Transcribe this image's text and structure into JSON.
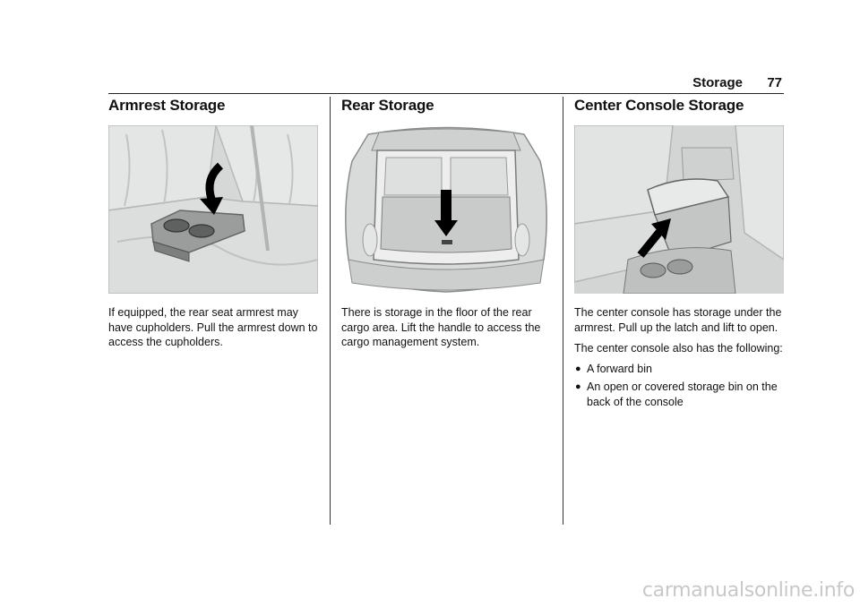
{
  "header": {
    "section": "Storage",
    "page_number": "77"
  },
  "columns": [
    {
      "heading": "Armrest Storage",
      "paragraphs": [
        "If equipped, the rear seat armrest may have cupholders. Pull the armrest down to access the cupholders."
      ]
    },
    {
      "heading": "Rear Storage",
      "paragraphs": [
        "There is storage in the floor of the rear cargo area. Lift the handle to access the cargo management system."
      ]
    },
    {
      "heading": "Center Console Storage",
      "paragraphs": [
        "The center console has storage under the armrest. Pull up the latch and lift to open.",
        "The center console also has the following:"
      ],
      "bullets": [
        "A forward bin",
        "An open or covered storage bin on the back of the console"
      ]
    }
  ],
  "watermark": "carmanualsonline.info"
}
